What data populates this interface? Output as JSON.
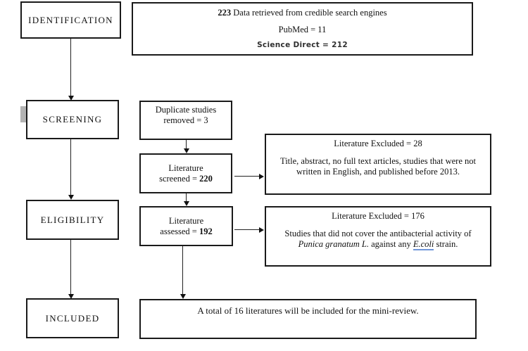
{
  "colors": {
    "border": "#1a1a1a",
    "text": "#111111",
    "ecoli_underline": "#7096d8",
    "gray_marker": "#b3b3b3",
    "background": "#ffffff"
  },
  "stages": [
    {
      "label": "IDENTIFICATION"
    },
    {
      "label": "SCREENING"
    },
    {
      "label": "ELIGIBILITY"
    },
    {
      "label": "INCLUDED"
    }
  ],
  "retrieval": {
    "count": "223",
    "line1_rest": " Data retrieved from credible search engines",
    "pubmed": "PubMed = 11",
    "science_direct": "Science Direct = 212"
  },
  "duplicates": {
    "line1": "Duplicate studies",
    "line2": "removed = 3"
  },
  "screened": {
    "line1": "Literature",
    "line2_pre": "screened = ",
    "count": "220"
  },
  "assessed": {
    "line1": "Literature",
    "line2_pre": "assessed = ",
    "count": "192"
  },
  "excluded_28": {
    "title": "Literature Excluded = 28",
    "body": "Title, abstract, no full text articles, studies that were not written in English, and published before 2013."
  },
  "excluded_176": {
    "title": "Literature Excluded = 176",
    "body_pre": "Studies that did not cover the antibacterial activity of ",
    "species": "Punica granatum L.",
    "body_mid": " against any ",
    "organism": "E.coli",
    "body_post": " strain."
  },
  "included_note": "A total of 16 literatures will be included for the mini-review."
}
